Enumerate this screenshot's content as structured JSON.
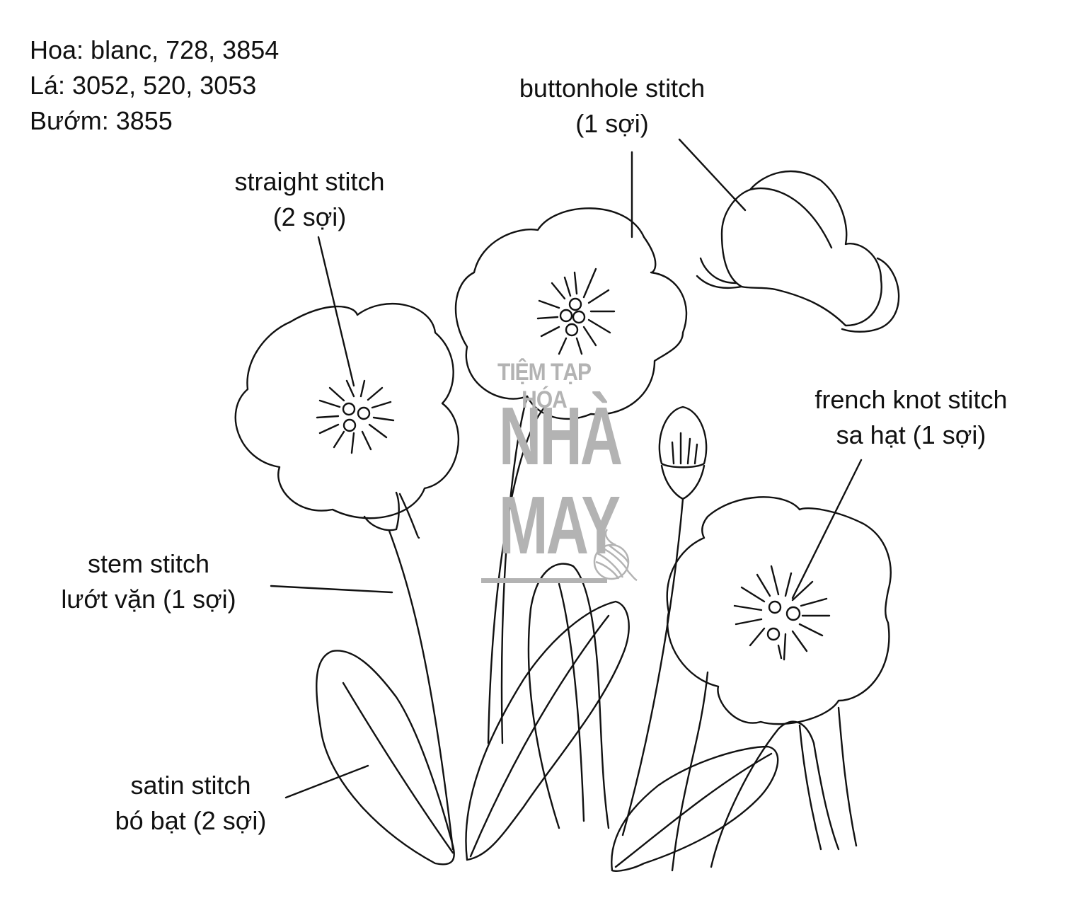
{
  "thread_list": {
    "line1": "Hoa: blanc, 728, 3854",
    "line2": "Lá: 3052, 520, 3053",
    "line3": "Bướm: 3855"
  },
  "labels": {
    "buttonhole": {
      "line1": "buttonhole stitch",
      "line2": "(1 sợi)"
    },
    "straight": {
      "line1": "straight stitch",
      "line2": "(2 sợi)"
    },
    "french_knot": {
      "line1": "french knot stitch",
      "line2": "sa hạt (1 sợi)"
    },
    "stem": {
      "line1": "stem stitch",
      "line2": "lướt vặn (1 sợi)"
    },
    "satin": {
      "line1": "satin stitch",
      "line2": "bó bạt (2 sợi)"
    }
  },
  "watermark": {
    "line1": "TIỆM TẠP HÓA",
    "line2": "NHÀ",
    "line3": "MAY"
  },
  "colors": {
    "ink": "#111111",
    "watermark": "#b3b3b3",
    "background": "#ffffff"
  }
}
